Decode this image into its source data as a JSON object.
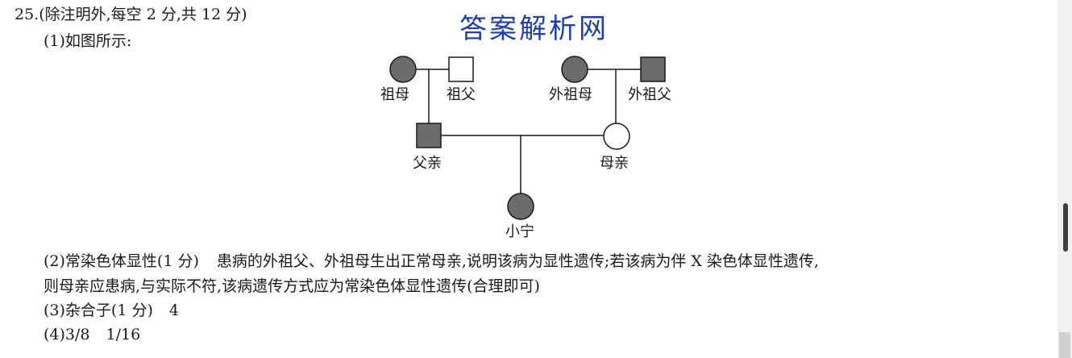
{
  "doc": {
    "title": "25.(除注明外,每空 2 分,共 12 分)",
    "q1": "(1)如图所示:",
    "q2_answer": "(2)常染色体显性(1 分)",
    "q2_reason_1": "患病的外祖父、外祖母生出正常母亲,说明该病为显性遗传;若该病为伴 X 染色体显性遗传,",
    "q2_reason_2": "则母亲应患病,与实际不符,该病遗传方式应为常染色体显性遗传(合理即可)",
    "q3_label": "(3)杂合子(1 分)",
    "q3_value": "4",
    "q4_label": "(4)3/8",
    "q4_value": "1/16"
  },
  "watermark": "答案解析网",
  "pedigree": {
    "grandmother": "祖母",
    "grandfather": "祖父",
    "maternal_grandmother": "外祖母",
    "maternal_grandfather": "外祖父",
    "father": "父亲",
    "mother": "母亲",
    "child": "小宁",
    "affected_color": "#6b6b6b",
    "unaffected_color": "#ffffff"
  }
}
